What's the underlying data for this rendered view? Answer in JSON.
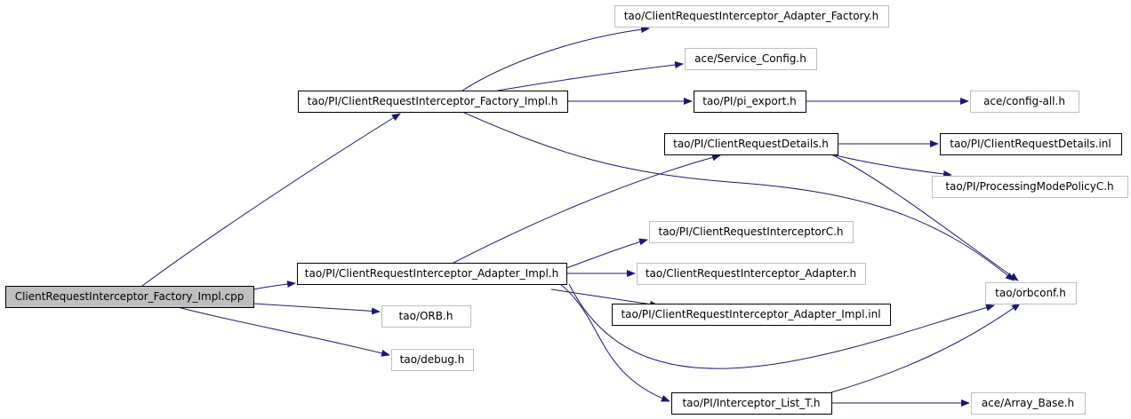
{
  "diagram": {
    "nodes": [
      {
        "id": "root",
        "label": "ClientRequestInterceptor_Factory_Impl.cpp",
        "style": "root"
      },
      {
        "id": "factory_impl_h",
        "label": "tao/PI/ClientRequestInterceptor_Factory_Impl.h",
        "style": "documented"
      },
      {
        "id": "adapter_factory_h",
        "label": "tao/ClientRequestInterceptor_Adapter_Factory.h",
        "style": "external"
      },
      {
        "id": "service_config_h",
        "label": "ace/Service_Config.h",
        "style": "external"
      },
      {
        "id": "pi_export_h",
        "label": "tao/PI/pi_export.h",
        "style": "documented"
      },
      {
        "id": "config_all_h",
        "label": "ace/config-all.h",
        "style": "external"
      },
      {
        "id": "details_h",
        "label": "tao/PI/ClientRequestDetails.h",
        "style": "documented"
      },
      {
        "id": "details_inl",
        "label": "tao/PI/ClientRequestDetails.inl",
        "style": "documented"
      },
      {
        "id": "processing_mode_h",
        "label": "tao/PI/ProcessingModePolicyC.h",
        "style": "external"
      },
      {
        "id": "interceptorc_h",
        "label": "tao/PI/ClientRequestInterceptorC.h",
        "style": "external"
      },
      {
        "id": "adapter_impl_h",
        "label": "tao/PI/ClientRequestInterceptor_Adapter_Impl.h",
        "style": "documented"
      },
      {
        "id": "adapter_h",
        "label": "tao/ClientRequestInterceptor_Adapter.h",
        "style": "external"
      },
      {
        "id": "orbconf_h",
        "label": "tao/orbconf.h",
        "style": "external"
      },
      {
        "id": "adapter_impl_inl",
        "label": "tao/PI/ClientRequestInterceptor_Adapter_Impl.inl",
        "style": "documented"
      },
      {
        "id": "orb_h",
        "label": "tao/ORB.h",
        "style": "external"
      },
      {
        "id": "debug_h",
        "label": "tao/debug.h",
        "style": "external"
      },
      {
        "id": "interceptor_list_h",
        "label": "tao/PI/Interceptor_List_T.h",
        "style": "documented"
      },
      {
        "id": "array_base_h",
        "label": "ace/Array_Base.h",
        "style": "external"
      }
    ],
    "edges": [
      {
        "from": "root",
        "to": "factory_impl_h"
      },
      {
        "from": "root",
        "to": "adapter_impl_h"
      },
      {
        "from": "root",
        "to": "orb_h"
      },
      {
        "from": "root",
        "to": "debug_h"
      },
      {
        "from": "factory_impl_h",
        "to": "adapter_factory_h"
      },
      {
        "from": "factory_impl_h",
        "to": "service_config_h"
      },
      {
        "from": "factory_impl_h",
        "to": "pi_export_h"
      },
      {
        "from": "factory_impl_h",
        "to": "orbconf_h"
      },
      {
        "from": "pi_export_h",
        "to": "config_all_h"
      },
      {
        "from": "details_h",
        "to": "details_inl"
      },
      {
        "from": "details_h",
        "to": "processing_mode_h"
      },
      {
        "from": "details_h",
        "to": "orbconf_h"
      },
      {
        "from": "adapter_impl_h",
        "to": "details_h"
      },
      {
        "from": "adapter_impl_h",
        "to": "interceptorc_h"
      },
      {
        "from": "adapter_impl_h",
        "to": "adapter_h"
      },
      {
        "from": "adapter_impl_h",
        "to": "adapter_impl_inl"
      },
      {
        "from": "adapter_impl_h",
        "to": "orbconf_h"
      },
      {
        "from": "adapter_impl_h",
        "to": "interceptor_list_h"
      },
      {
        "from": "interceptor_list_h",
        "to": "orbconf_h"
      },
      {
        "from": "interceptor_list_h",
        "to": "array_base_h"
      }
    ],
    "colors": {
      "edge": "#191970",
      "root_fill": "#bfbfbf",
      "documented_border": "#000000",
      "external_border": "#bfbfbf",
      "text": "#000000"
    }
  }
}
